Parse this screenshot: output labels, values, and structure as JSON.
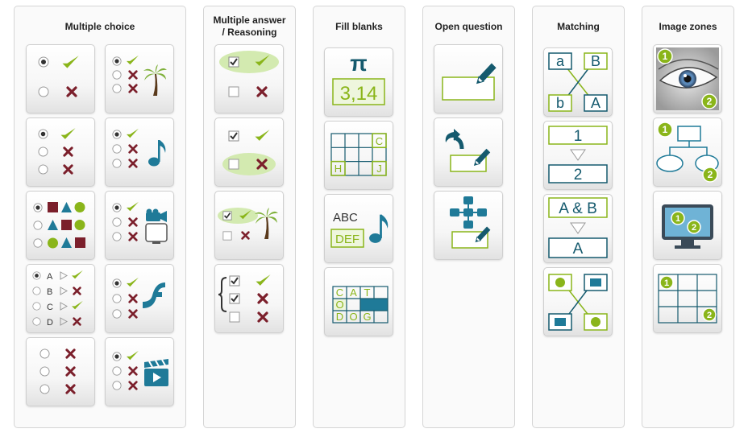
{
  "columns": {
    "multiple_choice": "Multiple choice",
    "multiple_answer": "Multiple answer\n/ Reasoning",
    "fill_blanks": "Fill blanks",
    "open_question": "Open question",
    "matching": "Matching",
    "image_zones": "Image zones"
  },
  "tile_text": {
    "options": [
      "A",
      "B",
      "C",
      "D"
    ],
    "pi": "π",
    "pi_value": "3,14",
    "grid_c": "C",
    "grid_h": "H",
    "grid_j": "J",
    "abc": "ABC",
    "def": "DEF",
    "crossword_top": [
      "C",
      "A",
      "T"
    ],
    "crossword_mid": "O",
    "crossword_bottom": [
      "D",
      "O",
      "G"
    ],
    "match_a": "a",
    "match_B": "B",
    "match_b": "b",
    "match_A": "A",
    "order_1": "1",
    "order_2": "2",
    "logic_ab": "A & B",
    "logic_a": "A",
    "zone_1": "1",
    "zone_2": "2"
  },
  "colors": {
    "green": "#8ab51a",
    "red": "#7b1f2b",
    "teal": "#1f7a98",
    "dark_teal": "#155a6e",
    "light_green": "#d3eab0"
  }
}
